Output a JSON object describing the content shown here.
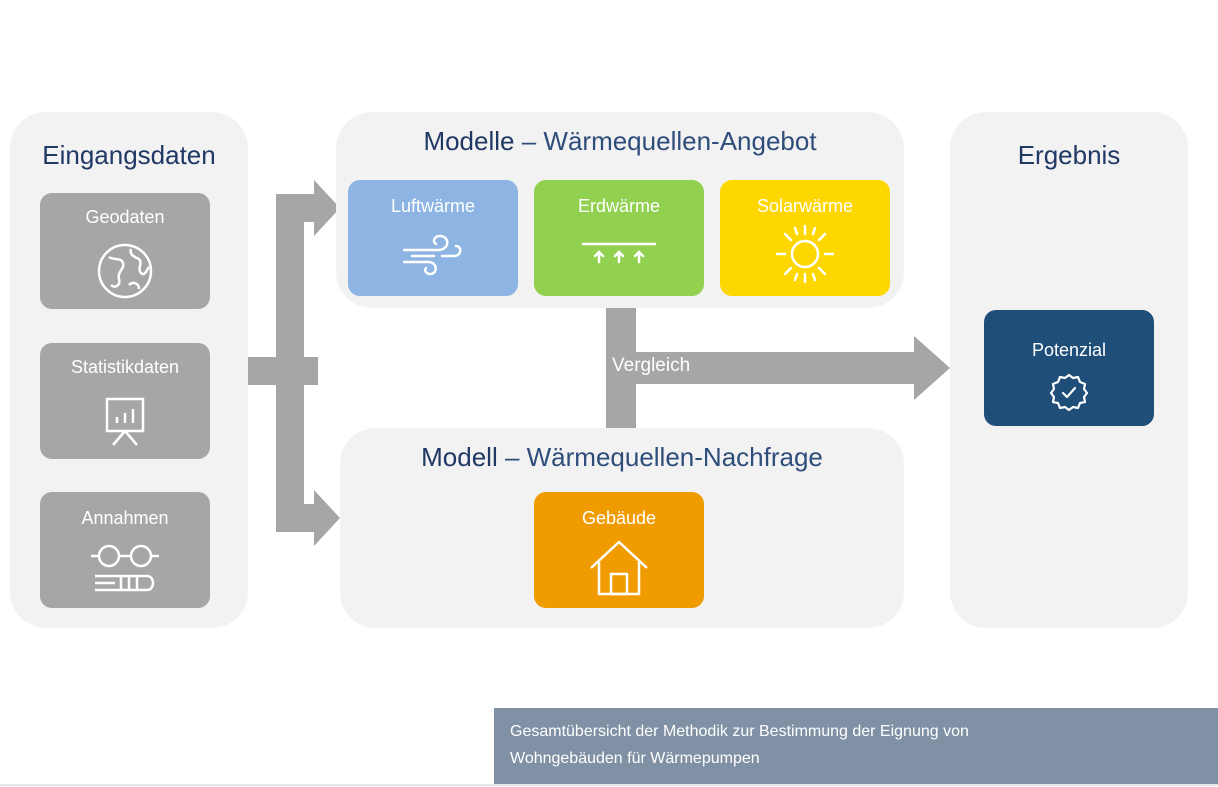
{
  "panels": {
    "input_title": "Eingangsdaten",
    "supply_title_strong": "Modelle",
    "supply_title_rest": " – Wärmequellen-Angebot",
    "demand_title_strong": "Modell",
    "demand_title_rest": " – Wärmequellen-Nachfrage",
    "result_title": "Ergebnis"
  },
  "inputs": [
    {
      "label": "Geodaten",
      "icon": "globe-icon"
    },
    {
      "label": "Statistikdaten",
      "icon": "presentation-chart-icon"
    },
    {
      "label": "Annahmen",
      "icon": "glasses-book-icon"
    }
  ],
  "supply_models": [
    {
      "label": "Luftwärme",
      "icon": "wind-icon",
      "color": "#8db4e2"
    },
    {
      "label": "Erdwärme",
      "icon": "ground-heat-icon",
      "color": "#92d050"
    },
    {
      "label": "Solarwärme",
      "icon": "sun-icon",
      "color": "#ffd700"
    }
  ],
  "demand_model": {
    "label": "Gebäude",
    "icon": "house-icon",
    "color": "#f09c00"
  },
  "comparison_label": "Vergleich",
  "result": {
    "label": "Potenzial",
    "icon": "badge-check-icon",
    "color": "#1f4e79"
  },
  "caption": {
    "line1": "Gesamtübersicht der Methodik zur Bestimmung der Eignung von",
    "line2": "Wohngebäuden für Wärmepumpen"
  },
  "colors": {
    "panel_bg": "#f2f2f2",
    "arrow": "#a6a6a6",
    "title": "#1f3864",
    "caption_bg": "#8091a6"
  }
}
